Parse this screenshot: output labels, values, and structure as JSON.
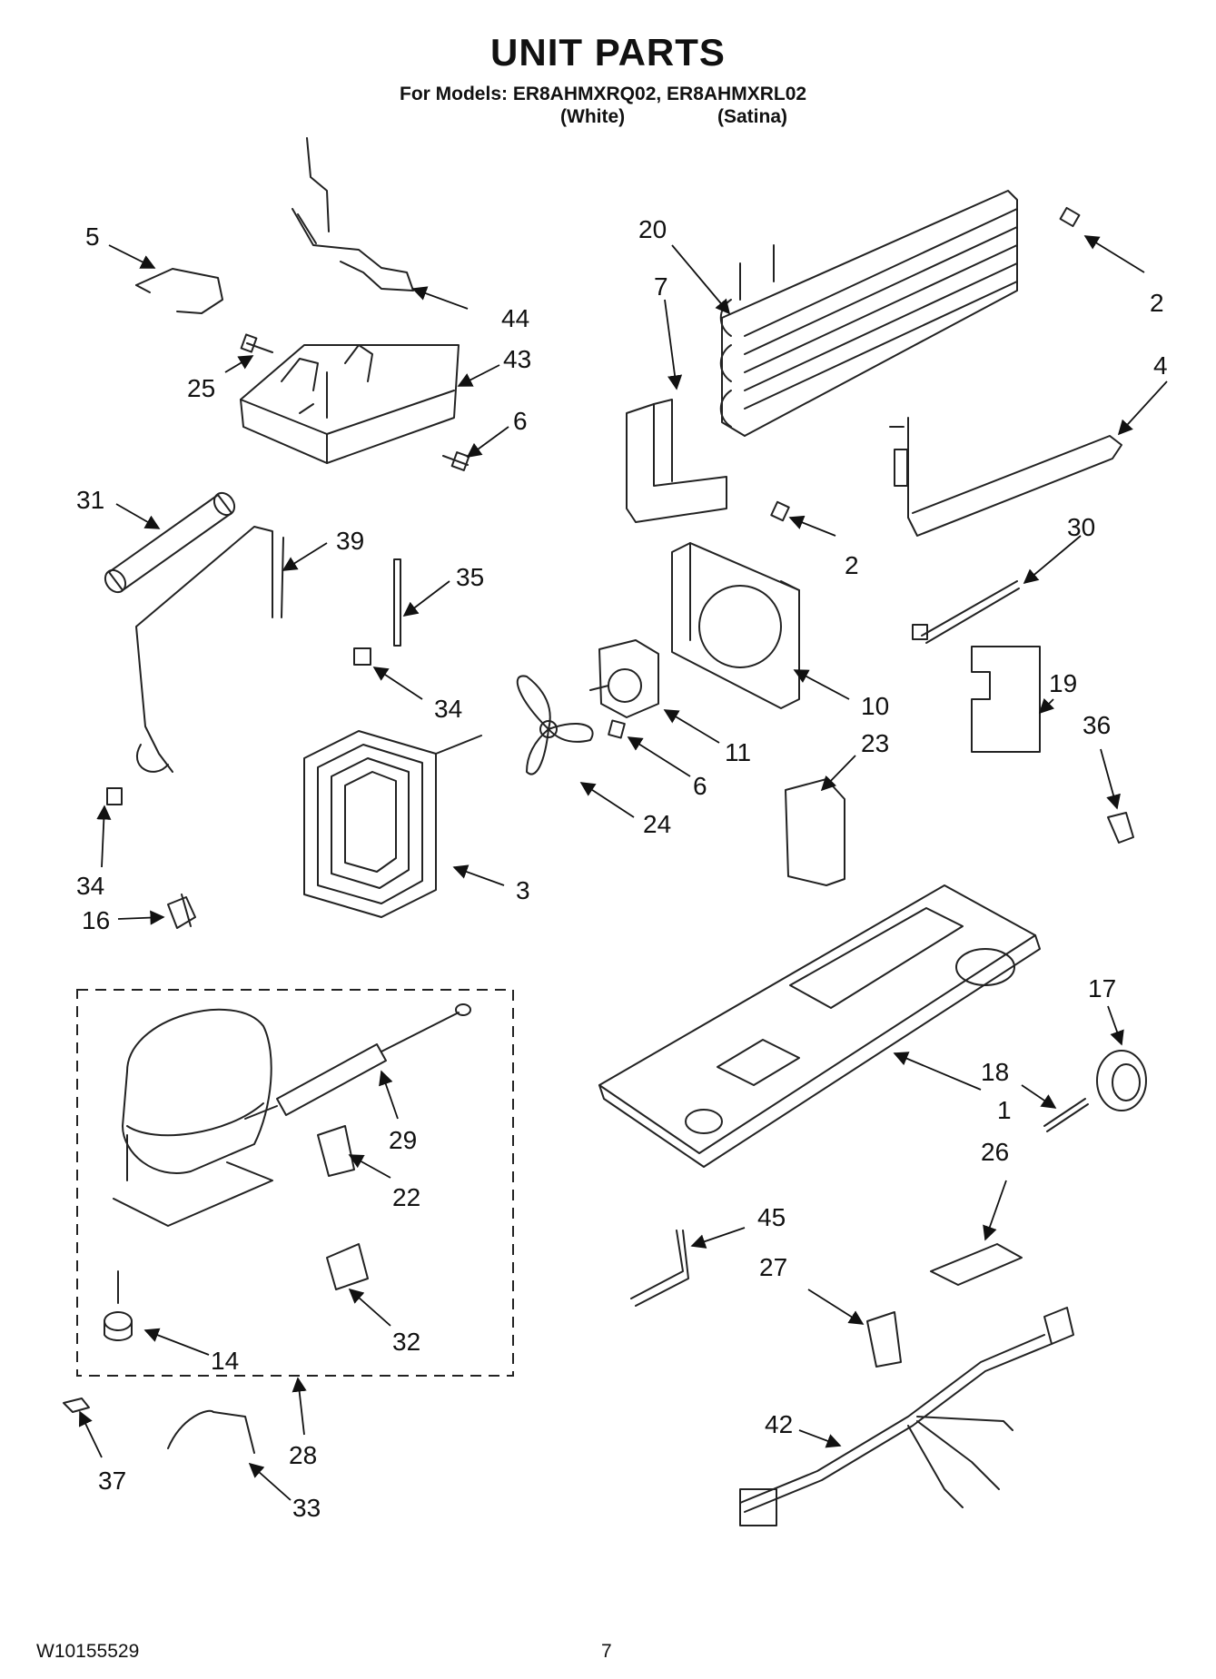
{
  "header": {
    "title": "UNIT PARTS",
    "models_line": "For Models: ER8AHMXRQ02, ER8AHMXRL02",
    "variant_white": "(White)",
    "variant_satina": "(Satina)"
  },
  "footer": {
    "doc_number": "W10155529",
    "page_number": "7"
  },
  "callouts": {
    "c5": "5",
    "c44": "44",
    "c25": "25",
    "c43": "43",
    "c6a": "6",
    "c31": "31",
    "c39": "39",
    "c35": "35",
    "c34a": "34",
    "c34b": "34",
    "c16": "16",
    "c3": "3",
    "c24": "24",
    "c6b": "6",
    "c11": "11",
    "c10": "10",
    "c23": "23",
    "c20": "20",
    "c7": "7",
    "c2a": "2",
    "c2b": "2",
    "c4": "4",
    "c30": "30",
    "c19": "19",
    "c36": "36",
    "c17": "17",
    "c18": "18",
    "c1": "1",
    "c26": "26",
    "c29": "29",
    "c22": "22",
    "c32": "32",
    "c14": "14",
    "c28": "28",
    "c37": "37",
    "c33": "33",
    "c45": "45",
    "c27": "27",
    "c42": "42"
  },
  "colors": {
    "line": "#222222",
    "background": "#ffffff"
  }
}
